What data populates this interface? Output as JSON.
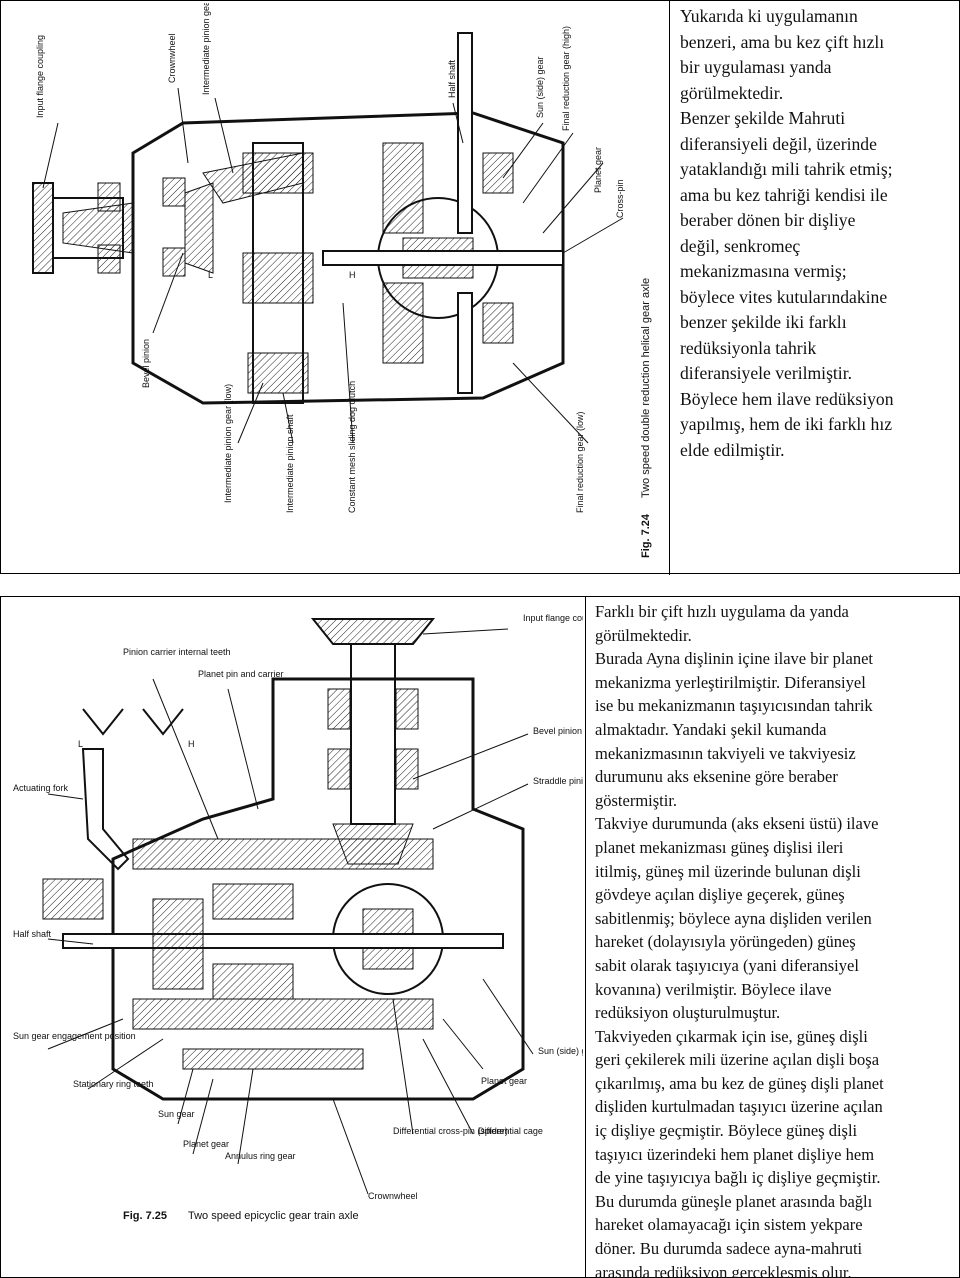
{
  "figure1": {
    "caption_number": "Fig. 7.24",
    "caption_text": "Two speed double reduction helical gear axle",
    "labels": {
      "input_flange": "Input flange coupling",
      "crownwheel": "Crownwheel",
      "intermediate_high": "Intermediate pinion gear (high)",
      "half_shaft": "Half shaft",
      "sun_side_gear": "Sun (side) gear",
      "final_high": "Final reduction gear (high)",
      "planet_gear": "Planet gear",
      "cross_pin": "Cross-pin",
      "bevel_pinion": "Bevel pinion",
      "intermediate_low": "Intermediate pinion gear (low)",
      "intermediate_shaft": "Intermediate pinion shaft",
      "dog_clutch": "Constant mesh sliding dog clutch",
      "final_low": "Final reduction gear (low)",
      "mark_l": "L",
      "mark_h": "H"
    }
  },
  "figure2": {
    "caption_number": "Fig. 7.25",
    "caption_text": "Two speed epicyclic gear train axle",
    "labels": {
      "input_flange": "Input flange coupling",
      "pinion_carrier": "Pinion carrier internal teeth",
      "planet_pin_carrier": "Planet pin and carrier",
      "bevel_pinion": "Bevel pinion",
      "straddle": "Straddle pinion support bearing",
      "actuating_fork": "Actuating fork",
      "half_shaft": "Half shaft",
      "sun_engagement": "Sun gear engagement position",
      "stationary_ring": "Stationary ring teeth",
      "sun_gear": "Sun gear",
      "planet_gear_left": "Planet gear",
      "annulus": "Annulus ring gear",
      "diff_cross_pin": "Differential cross-pin (spider)",
      "crownwheel": "Crownwheel",
      "diff_cage": "Differential cage",
      "planet_gear_right": "Planet gear",
      "sun_side_gear": "Sun (side) gear",
      "mark_l": "L",
      "mark_h": "H"
    }
  },
  "text1": [
    "Yukarıda ki uygulamanın",
    "benzeri, ama bu kez çift hızlı",
    "bir uygulaması yanda",
    "görülmektedir.",
    "Benzer şekilde Mahruti",
    "diferansiyeli değil, üzerinde",
    "yataklandığı mili tahrik etmiş;",
    "ama bu kez tahriği kendisi ile",
    "beraber dönen bir dişliye",
    "değil, senkromeç",
    "mekanizmasına vermiş;",
    "böylece vites kutularındakine",
    "benzer şekilde iki farklı",
    "redüksiyonla tahrik",
    "diferansiyele verilmiştir.",
    "Böylece hem ilave redüksiyon",
    "yapılmış, hem de iki farklı hız",
    "elde edilmiştir."
  ],
  "text2": [
    "Farklı bir çift hızlı uygulama da yanda",
    "görülmektedir.",
    "Burada Ayna dişlinin içine ilave bir planet",
    "mekanizma yerleştirilmiştir. Diferansiyel",
    "ise bu mekanizmanın taşıyıcısından tahrik",
    "almaktadır. Yandaki şekil kumanda",
    "mekanizmasının takviyeli ve takviyesiz",
    "durumunu aks eksenine göre beraber",
    "göstermiştir.",
    "Takviye durumunda (aks ekseni üstü) ilave",
    "planet mekanizması güneş dişlisi ileri",
    "itilmiş, güneş mil üzerinde bulunan dişli",
    "gövdeye açılan dişliye geçerek, güneş",
    "sabitlenmiş; böylece ayna dişliden verilen",
    "hareket (dolayısıyla yörüngeden) güneş",
    "sabit olarak taşıyıcıya (yani diferansiyel",
    "kovanına) verilmiştir. Böylece ilave",
    "redüksiyon oluşturulmuştur.",
    "Takviyeden çıkarmak için ise, güneş dişli",
    "geri çekilerek mili üzerine açılan dişli boşa",
    "çıkarılmış, ama bu kez de güneş dişli planet",
    "dişliden kurtulmadan taşıyıcı üzerine açılan",
    "iç dişliye geçmiştir. Böylece güneş dişli",
    "taşıyıcı üzerindeki hem planet dişliye hem",
    "de yine taşıyıcıya bağlı iç dişliye geçmiştir.",
    "Bu durumda güneşle planet arasında bağlı",
    "hareket olamayacağı için sistem yekpare",
    "döner. Bu durumda sadece ayna-mahruti",
    "arasında redüksiyon gerçekleşmiş olur."
  ]
}
